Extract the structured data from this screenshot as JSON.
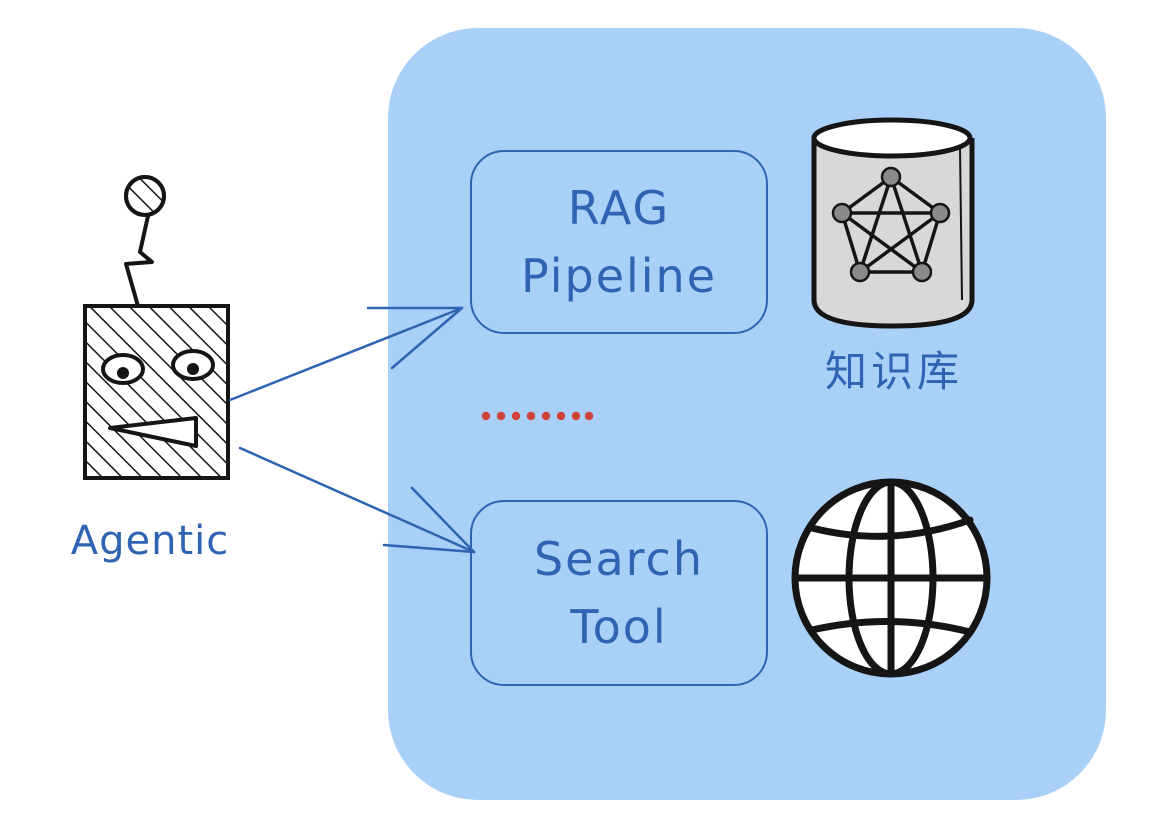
{
  "agent": {
    "label": "Agentic"
  },
  "tools": [
    {
      "lines": [
        "RAG",
        "Pipeline"
      ]
    },
    {
      "lines": [
        "Search",
        "Tool"
      ]
    }
  ],
  "knowledge_base": {
    "label": "知识库",
    "icon": "database-knowledge-graph-icon"
  },
  "web": {
    "icon": "globe-icon"
  },
  "colors": {
    "container": "#a9d0f7",
    "accent": "#2f64b3",
    "ellipsis": "#d0413a",
    "ink": "#151515",
    "cylinder": "#d8d8d8"
  }
}
